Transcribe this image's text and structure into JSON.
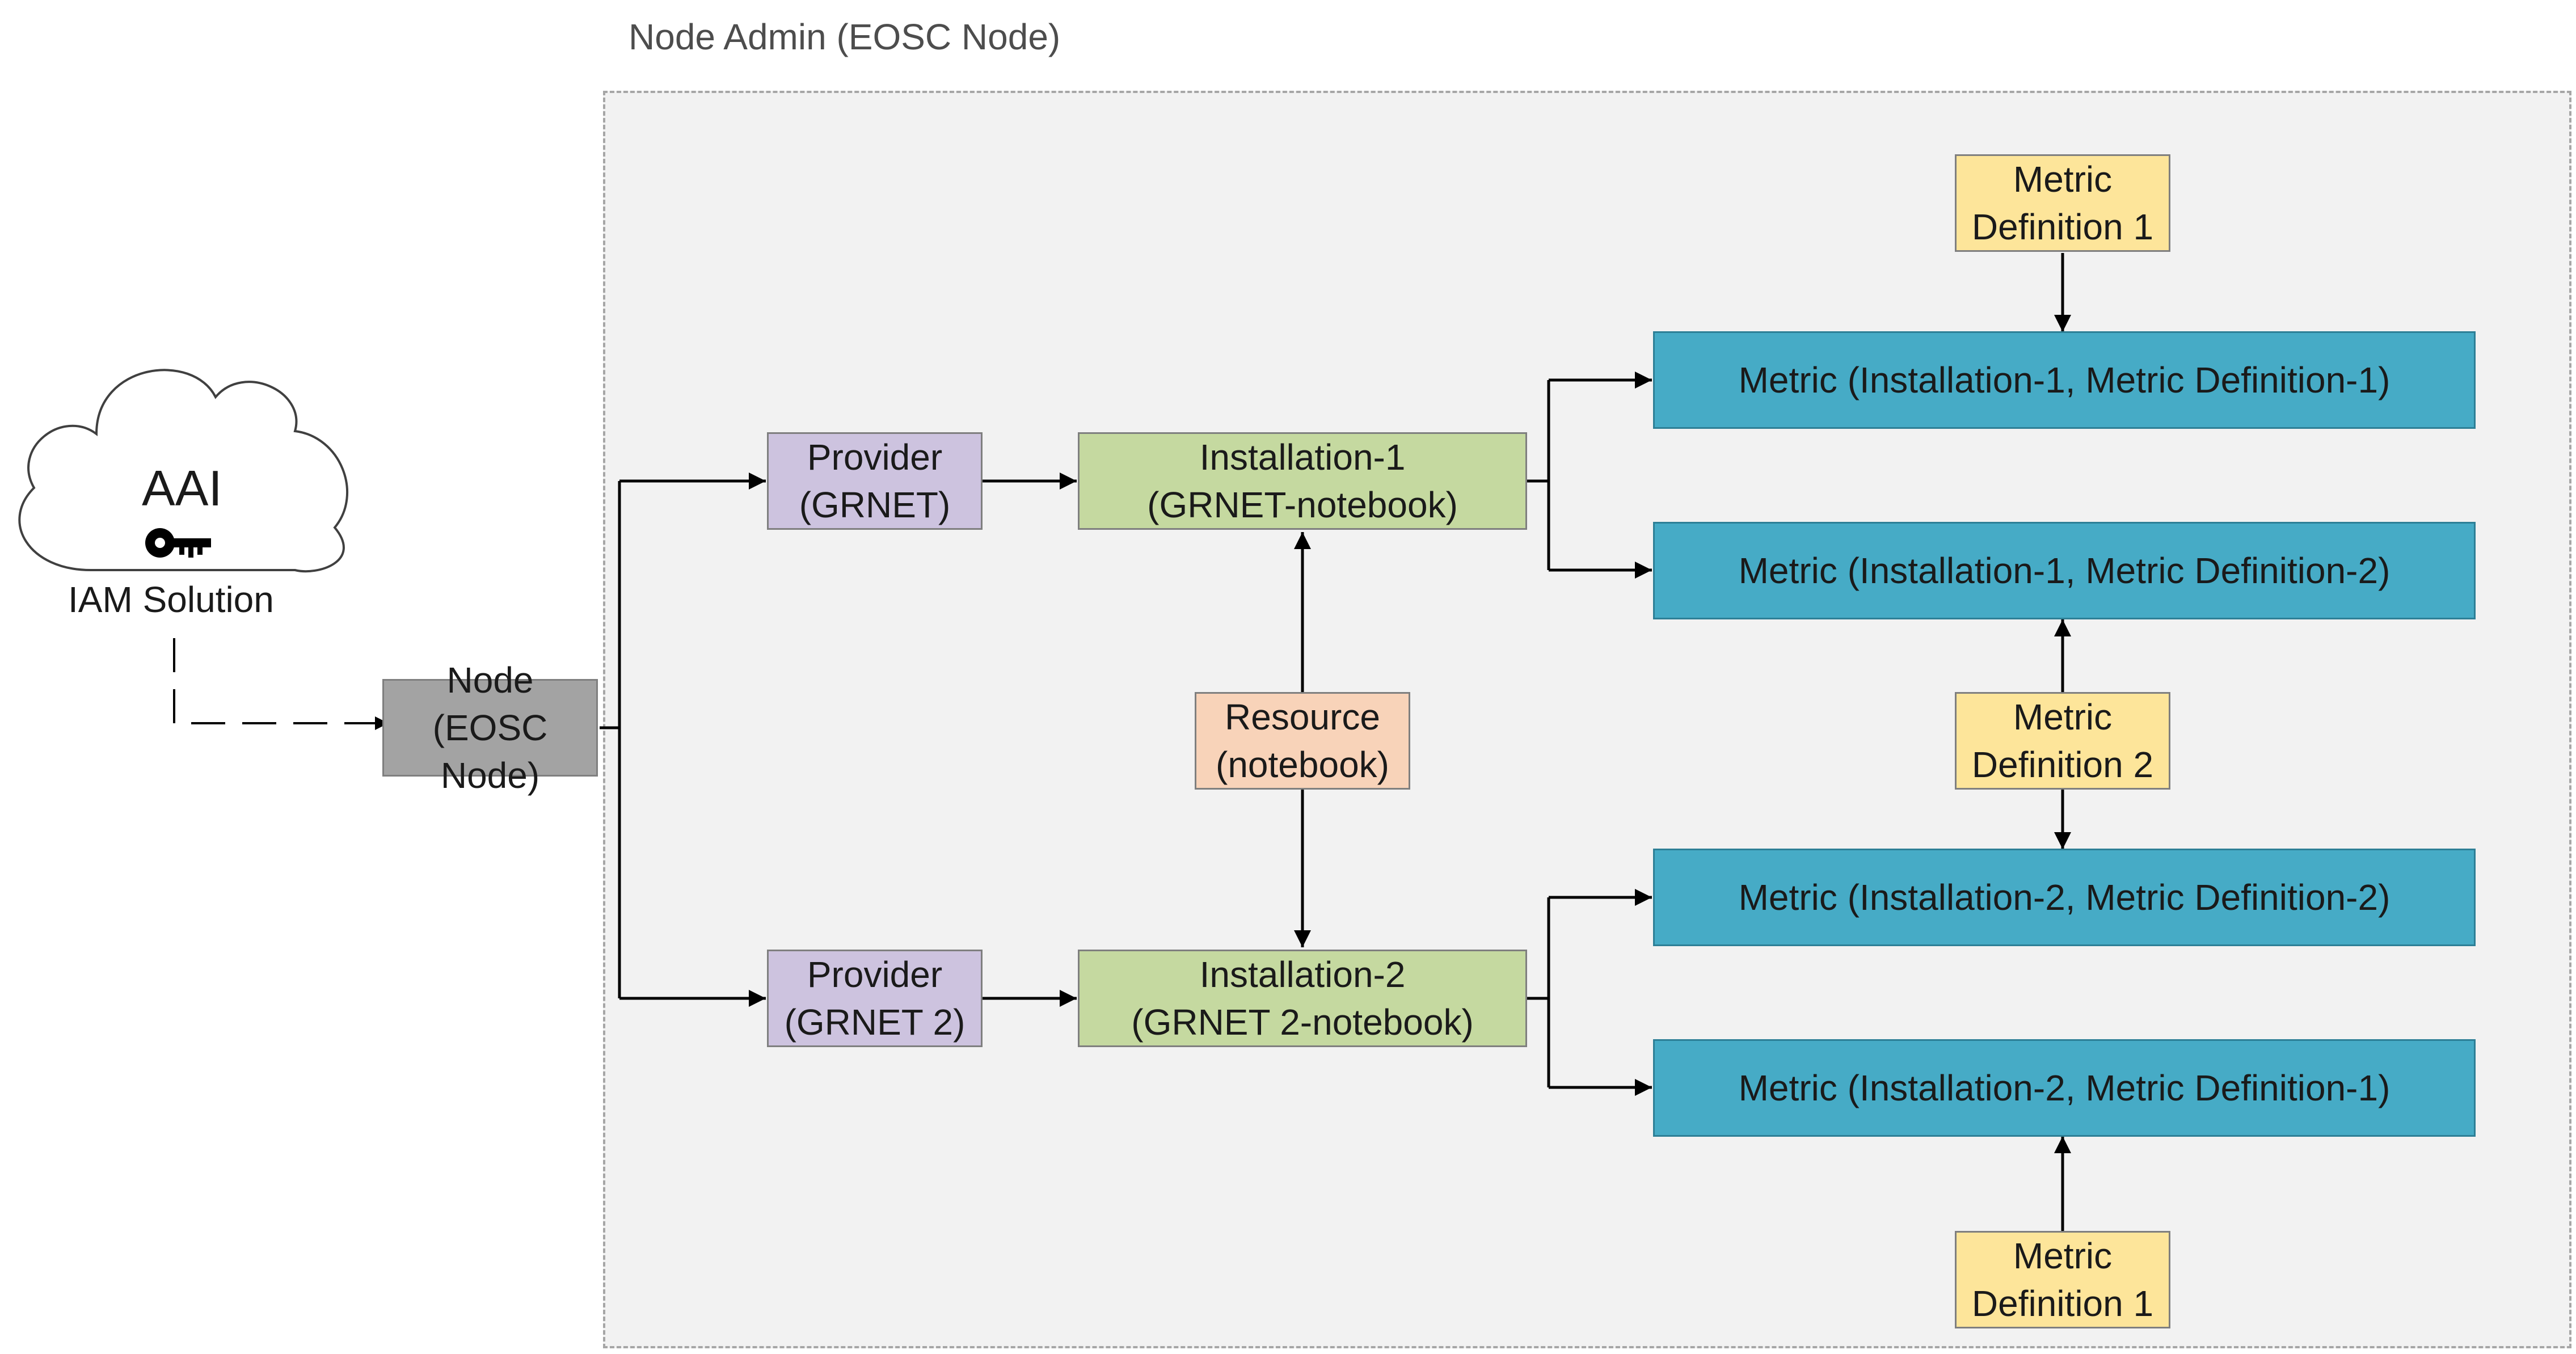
{
  "container": {
    "title": "Node Admin (EOSC Node)"
  },
  "aai": {
    "title": "AAI",
    "caption": "IAM Solution",
    "icon": "key-icon"
  },
  "node": {
    "line1": "Node",
    "line2": "(EOSC Node)"
  },
  "providers": [
    {
      "line1": "Provider",
      "line2": "(GRNET)"
    },
    {
      "line1": "Provider",
      "line2": "(GRNET 2)"
    }
  ],
  "installations": [
    {
      "line1": "Installation-1",
      "line2": "(GRNET-notebook)"
    },
    {
      "line1": "Installation-2",
      "line2": "(GRNET 2-notebook)"
    }
  ],
  "resource": {
    "line1": "Resource",
    "line2": "(notebook)"
  },
  "metric_definitions": [
    {
      "line1": "Metric",
      "line2": "Definition 1"
    },
    {
      "line1": "Metric",
      "line2": "Definition 2"
    },
    {
      "line1": "Metric",
      "line2": "Definition 1"
    }
  ],
  "metrics": [
    {
      "label": "Metric (Installation-1, Metric Definition-1)"
    },
    {
      "label": "Metric (Installation-1, Metric Definition-2)"
    },
    {
      "label": "Metric (Installation-2, Metric Definition-2)"
    },
    {
      "label": "Metric (Installation-2, Metric Definition-1)"
    }
  ],
  "colors": {
    "provider": "#cdc3df",
    "installation": "#c5d9a0",
    "resource": "#f8d3b9",
    "metric_definition": "#fde59a",
    "metric": "#46abc6",
    "node": "#a3a3a3",
    "container": "#f2f2f2"
  }
}
